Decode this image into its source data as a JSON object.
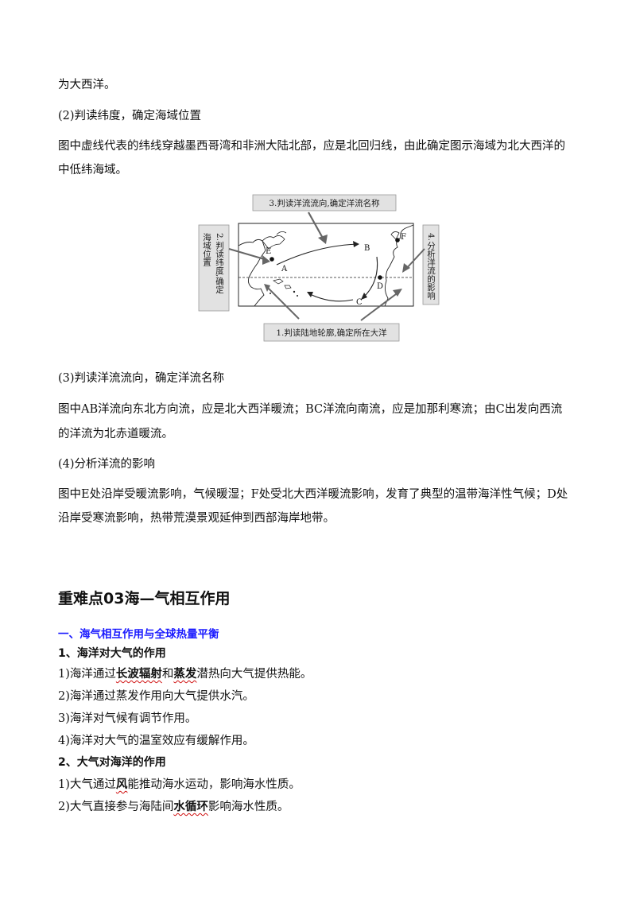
{
  "intro": {
    "line1": "为大西洋。",
    "step2_heading": "(2)判读纬度，确定海域位置",
    "step2_body_l1": "图中虚线代表的纬线穿越墨西哥湾和非洲大陆北部，应是北回归线，由此确定图示海域为北大西洋的",
    "step2_body_l2": "中低纬海域。"
  },
  "figure": {
    "top_label": "3.判读洋流流向,确定洋流名称",
    "left_label_col1": "海域位置",
    "left_label_col2": "2.判读纬度,确定",
    "right_label": "4.分析洋流的影响",
    "bottom_label": "1.判读陆地轮廓,确定所在大洋",
    "points": [
      "E",
      "A",
      "B",
      "F",
      "D",
      "C"
    ]
  },
  "section3": {
    "heading": "(3)判读洋流流向，确定洋流名称",
    "body_l1": "图中AB洋流向东北方向流，应是北大西洋暖流；BC洋流向南流，应是加那利寒流；由C出发向西流",
    "body_l2": "的洋流为北赤道暖流。"
  },
  "section4": {
    "heading": "(4)分析洋流的影响",
    "body_l1": "图中E处沿岸受暖流影响，气候暖湿；F处受北大西洋暖流影响，发育了典型的温带海洋性气候；D处",
    "body_l2": "沿岸受寒流影响，热带荒漠景观延伸到西部海岸地带。"
  },
  "key_point": {
    "title": "重难点03海—气相互作用",
    "subtitle": "一、海气相互作用与全球热量平衡",
    "part1": {
      "heading": "1、海洋对大气的作用",
      "items": [
        {
          "pre": "1)海洋通过",
          "kw1": "长波辐射",
          "mid": "和",
          "kw2": "蒸发",
          "post": "潜热向大气提供热能。"
        },
        {
          "text": "2)海洋通过蒸发作用向大气提供水汽。"
        },
        {
          "text": "3)海洋对气候有调节作用。"
        },
        {
          "text": "4)海洋对大气的温室效应有缓解作用。"
        }
      ]
    },
    "part2": {
      "heading": "2、大气对海洋的作用",
      "items": [
        {
          "pre": "1)大气通过",
          "kw": "风",
          "post": "能推动海水运动，影响海水性质。"
        },
        {
          "pre": "2)大气直接参与海陆间",
          "kw": "水循环",
          "post": "影响海水性质。"
        }
      ]
    }
  }
}
